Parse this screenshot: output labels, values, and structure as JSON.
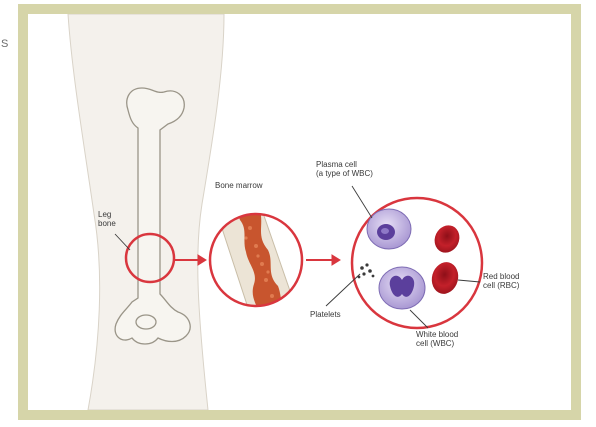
{
  "edge_text": "S",
  "labels": {
    "leg_bone": "Leg\nbone",
    "bone_marrow": "Bone marrow",
    "plasma_cell": "Plasma cell\n(a type of WBC)",
    "red_blood_cell": "Red blood\ncell (RBC)",
    "platelets": "Platelets",
    "white_blood_cell": "White blood\ncell (WBC)"
  },
  "colors": {
    "frame_border": "#d6d5a9",
    "highlight_red": "#d9363e",
    "bone_fill": "#f1eee6",
    "marrow": "#c8552e",
    "rbc": "#b71c25",
    "wbc": "#b6a7d8",
    "nucleus": "#5b3f9c"
  }
}
